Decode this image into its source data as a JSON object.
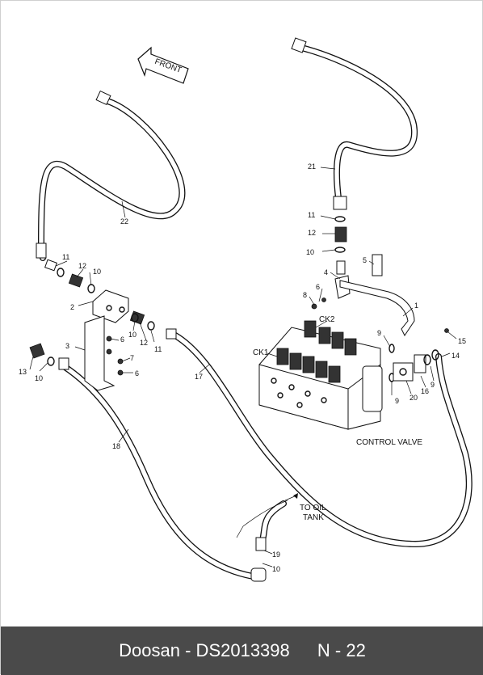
{
  "footer": {
    "brand": "Doosan - DS2013398",
    "page": "N - 22"
  },
  "direction_label": "FRONT",
  "control_valve_label": "CONTROL VALVE",
  "oil_tank_label_line1": "TO OIL",
  "oil_tank_label_line2": "TANK",
  "ck1_label": "CK1",
  "ck2_label": "CK2",
  "callouts": {
    "c1": "1",
    "c2": "2",
    "c3": "3",
    "c4": "4",
    "c5": "5",
    "c6a": "6",
    "c6b": "6",
    "c6c": "6",
    "c7": "7",
    "c8": "8",
    "c9a": "9",
    "c9b": "9",
    "c9c": "9",
    "c10a": "10",
    "c10b": "10",
    "c10c": "10",
    "c10d": "10",
    "c10e": "10",
    "c11a": "11",
    "c11b": "11",
    "c11c": "11",
    "c12a": "12",
    "c12b": "12",
    "c12c": "12",
    "c13": "13",
    "c14": "14",
    "c15": "15",
    "c16": "16",
    "c17": "17",
    "c18": "18",
    "c19": "19",
    "c20": "20",
    "c21": "21",
    "c22": "22"
  }
}
